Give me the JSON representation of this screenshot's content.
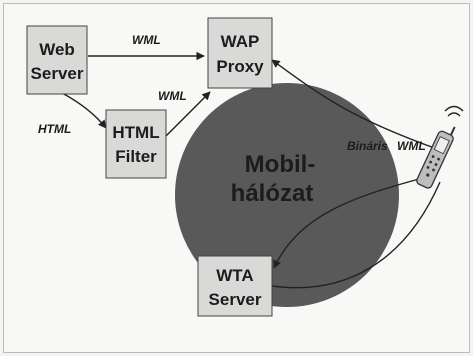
{
  "diagram": {
    "nodes": {
      "web_server": [
        "Web",
        "Server"
      ],
      "wap_proxy": [
        "WAP",
        "Proxy"
      ],
      "html_filter": [
        "HTML",
        "Filter"
      ],
      "wta_server": [
        "WTA",
        "Server"
      ]
    },
    "network": [
      "Mobil-",
      "hálózat"
    ],
    "edge_labels": {
      "web_to_proxy": "WML",
      "filter_to_proxy": "WML",
      "web_to_filter": "HTML",
      "binary": "Bináris",
      "binary_wml": "WML"
    }
  }
}
